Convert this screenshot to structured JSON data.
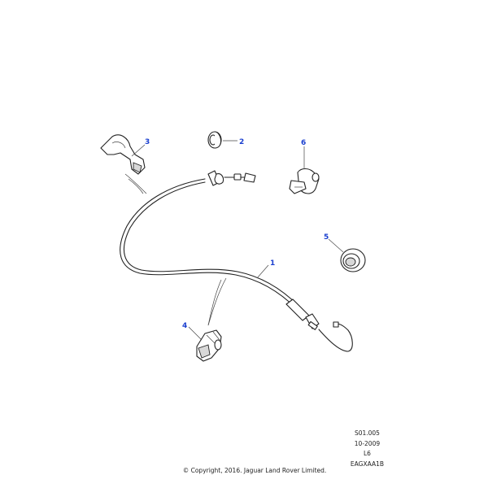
{
  "callouts": [
    "1",
    "2",
    "3",
    "4",
    "5",
    "6"
  ],
  "drawing": {
    "ref_codes": [
      "S01.005",
      "10-2009",
      "L6",
      "EAGXAA1B"
    ]
  },
  "copyright": "© Copyright, 2016. Jaguar Land Rover Limited."
}
